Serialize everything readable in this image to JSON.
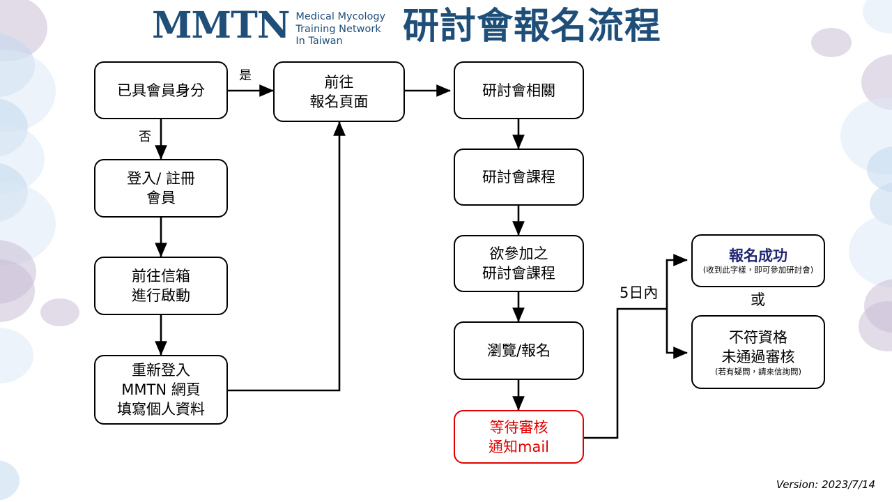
{
  "header": {
    "logo_mark": "MMTN",
    "logo_sub_line1": "Medical Mycology",
    "logo_sub_line2": "Training Network",
    "logo_sub_line3": "In Taiwan",
    "title": "研討會報名流程",
    "brand_color": "#1f4e79"
  },
  "footer": {
    "version": "Version: 2023/7/14"
  },
  "colors": {
    "box_border": "#000000",
    "alert_border": "#e00000",
    "alert_text": "#e00000",
    "success_text": "#1f2673",
    "background": "#ffffff"
  },
  "flow": {
    "nodes": [
      {
        "id": "member-status",
        "name": "already-member-node",
        "lines": [
          "已具會員身分"
        ]
      },
      {
        "id": "login-register",
        "name": "login-register-node",
        "lines": [
          "登入/ 註冊",
          "會員"
        ]
      },
      {
        "id": "activate-mail",
        "name": "activate-mailbox-node",
        "lines": [
          "前往信箱",
          "進行啟動"
        ]
      },
      {
        "id": "relogin-profile",
        "name": "relogin-fill-profile-node",
        "lines": [
          "重新登入",
          "MMTN 網頁",
          "填寫個人資料"
        ]
      },
      {
        "id": "goto-signup-page",
        "name": "go-to-registration-page-node",
        "lines": [
          "前往",
          "報名頁面"
        ]
      },
      {
        "id": "seminar-related",
        "name": "seminar-related-node",
        "lines": [
          "研討會相關"
        ]
      },
      {
        "id": "seminar-course",
        "name": "seminar-course-node",
        "lines": [
          "研討會課程"
        ]
      },
      {
        "id": "desired-course",
        "name": "desired-seminar-course-node",
        "lines": [
          "欲參加之",
          "研討會課程"
        ]
      },
      {
        "id": "browse-signup",
        "name": "browse-register-node",
        "lines": [
          "瀏覽/報名"
        ]
      },
      {
        "id": "await-review",
        "name": "await-review-mail-node",
        "lines": [
          "等待審核",
          "通知mail"
        ]
      },
      {
        "id": "success",
        "name": "registration-success-node",
        "headline": "報名成功",
        "note": "(收到此字樣，即可參加研討會)"
      },
      {
        "id": "rejected",
        "name": "registration-rejected-node",
        "lines": [
          "不符資格",
          "未通過審核"
        ],
        "note": "(若有疑問，請來信詢問)"
      }
    ],
    "edge_labels": [
      {
        "id": "yes",
        "name": "edge-label-yes",
        "text": "是"
      },
      {
        "id": "no",
        "name": "edge-label-no",
        "text": "否"
      },
      {
        "id": "within5days",
        "name": "edge-label-within-5-days",
        "text": "5日內"
      },
      {
        "id": "or",
        "name": "edge-label-or",
        "text": "或"
      }
    ]
  }
}
